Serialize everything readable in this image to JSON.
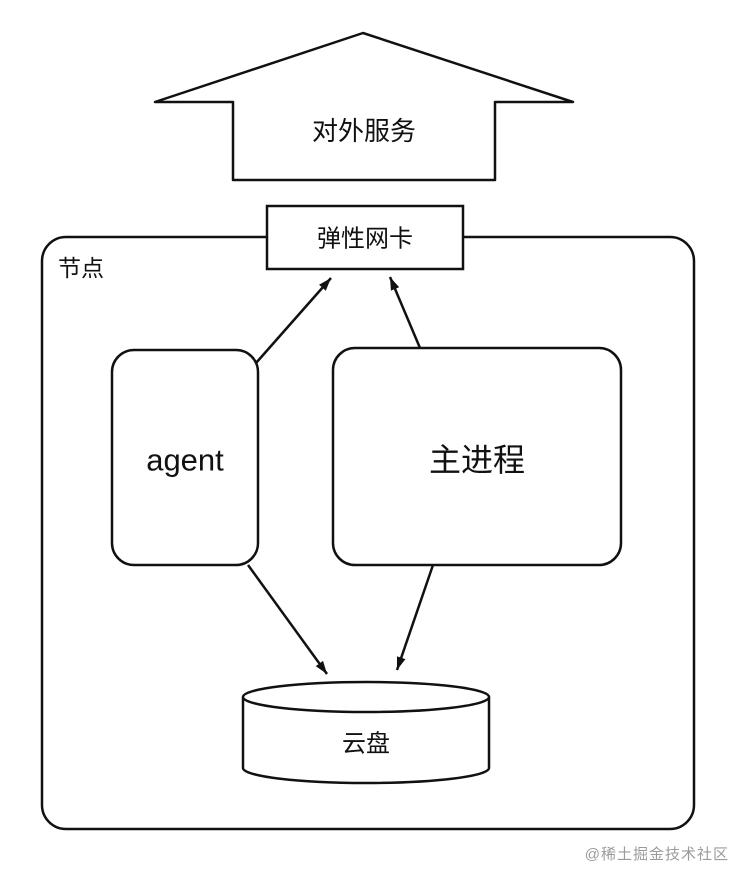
{
  "diagram": {
    "external_service_label": "对外服务",
    "elastic_nic_label": "弹性网卡",
    "node_label": "节点",
    "agent_label": "agent",
    "main_process_label": "主进程",
    "cloud_disk_label": "云盘"
  },
  "watermark": "@稀土掘金技术社区",
  "colors": {
    "stroke": "#111111",
    "background": "#ffffff",
    "watermark": "#9b9b9b"
  }
}
